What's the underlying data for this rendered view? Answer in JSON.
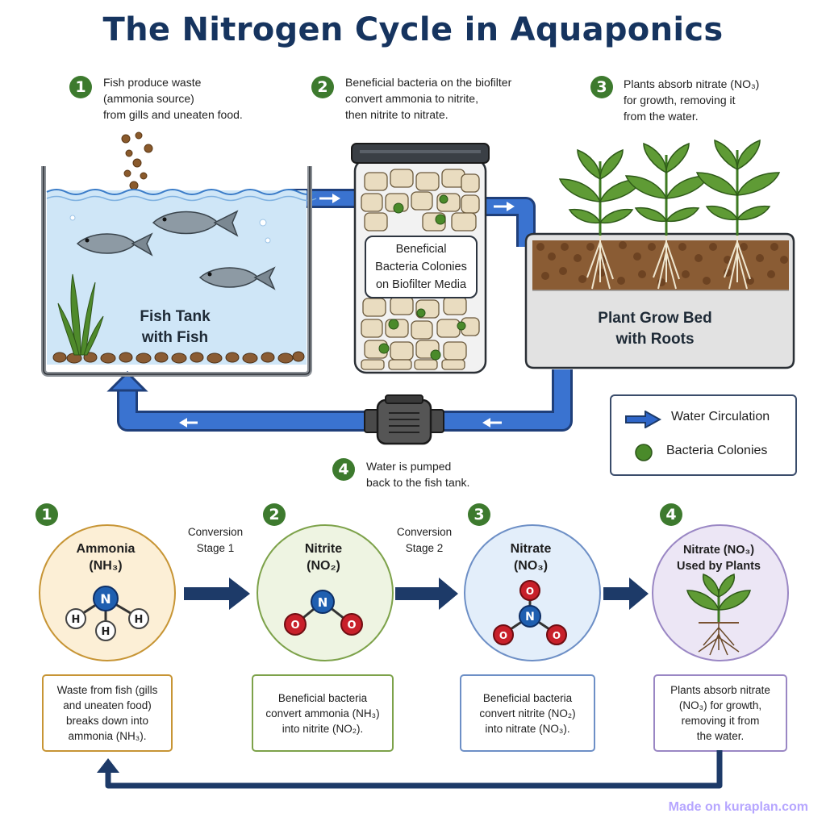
{
  "title": "The Nitrogen Cycle in Aquaponics",
  "top_steps": [
    {
      "number": "1",
      "lines": [
        "Fish produce waste",
        "(ammonia source)",
        "from gills and uneaten food."
      ]
    },
    {
      "number": "2",
      "lines": [
        "Beneficial bacteria on the biofilter",
        "convert ammonia to nitrite,",
        "then nitrite to nitrate."
      ]
    },
    {
      "number": "3",
      "lines": [
        "Plants absorb nitrate (NO₃)",
        "for growth, removing it",
        "from the water."
      ]
    },
    {
      "number": "4",
      "lines": [
        "Water is pumped",
        "back to the fish tank."
      ]
    }
  ],
  "components": {
    "fish_tank": [
      "Fish Tank",
      "with Fish"
    ],
    "biofilter": [
      "Beneficial",
      "Bacteria Colonies",
      "on Biofilter Media"
    ],
    "grow_bed": [
      "Plant Grow Bed",
      "with Roots"
    ]
  },
  "legend": [
    {
      "label": "Water Circulation",
      "icon": "flow-arrow-icon",
      "color": "#2f66c8"
    },
    {
      "label": "Bacteria Colonies",
      "icon": "bacteria-dot-icon",
      "color": "#4a8a2a"
    }
  ],
  "stages": [
    {
      "number": "1",
      "title": [
        "Ammonia",
        "(NH₃)"
      ],
      "atoms": {
        "center": "N",
        "outer": [
          "H",
          "H",
          "H"
        ]
      },
      "description": [
        "Waste from fish (gills",
        "and uneaten food)",
        "breaks down into",
        "ammonia (NH₃)."
      ],
      "fill": "#fcefd6",
      "border": "#c79535"
    },
    {
      "number": "2",
      "title": [
        "Nitrite",
        "(NO₂)"
      ],
      "atoms": {
        "center": "N",
        "outer": [
          "O",
          "O"
        ]
      },
      "description": [
        "Beneficial bacteria",
        "convert ammonia (NH₃)",
        "into nitrite (NO₂)."
      ],
      "fill": "#eef4e2",
      "border": "#7da24a"
    },
    {
      "number": "3",
      "title": [
        "Nitrate",
        "(NO₃)"
      ],
      "atoms": {
        "center": "N",
        "outer": [
          "O",
          "O",
          "O"
        ]
      },
      "description": [
        "Beneficial bacteria",
        "convert nitrite (NO₂)",
        "into nitrate (NO₃)."
      ],
      "fill": "#e3eefa",
      "border": "#6d8fc6"
    },
    {
      "number": "4",
      "title": [
        "Nitrate (NO₃)",
        "Used by Plants"
      ],
      "atoms": null,
      "description": [
        "Plants absorb nitrate",
        "(NO₃) for growth,",
        "removing it from",
        "the water."
      ],
      "fill": "#ece6f5",
      "border": "#9a87c4"
    }
  ],
  "conversions": [
    [
      "Conversion",
      "Stage 1"
    ],
    [
      "Conversion",
      "Stage 2"
    ]
  ],
  "watermark": "Made on kuraplan.com",
  "colors": {
    "title": "#16345f",
    "badge": "#3d7a2e",
    "pipe": "#2f66c8",
    "arrow_dark": "#1d3a68",
    "water": "#cfe6f7"
  }
}
